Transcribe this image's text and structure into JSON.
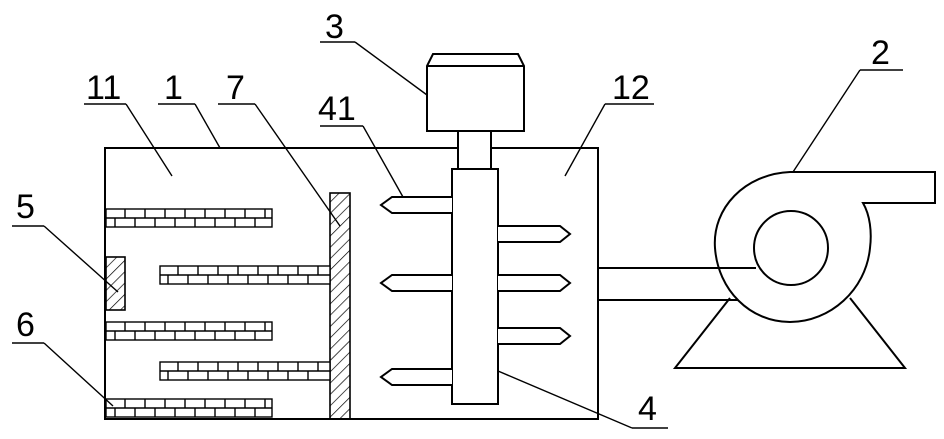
{
  "labels": {
    "l1": "1",
    "l2": "2",
    "l3": "3",
    "l4": "4",
    "l41": "41",
    "l5": "5",
    "l6": "6",
    "l7": "7",
    "l11": "11",
    "l12": "12"
  }
}
